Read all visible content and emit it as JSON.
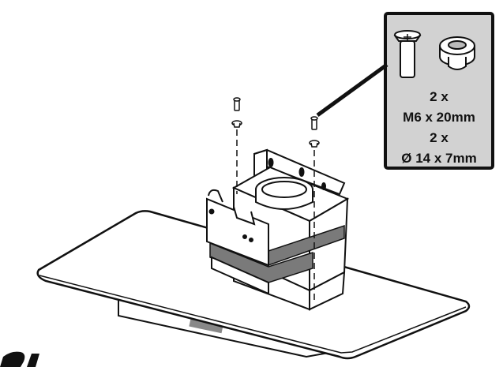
{
  "inset": {
    "line1": "2 x",
    "line2": "M6 x 20mm",
    "line3": "2 x",
    "line4": "Ø 14 x 7mm"
  },
  "colors": {
    "stroke": "#111111",
    "band": "#7a7a7a",
    "inset_bg": "#d2d2d2",
    "panel": "#ffffff"
  },
  "icons": [
    "screw-icon",
    "grommet-icon"
  ]
}
